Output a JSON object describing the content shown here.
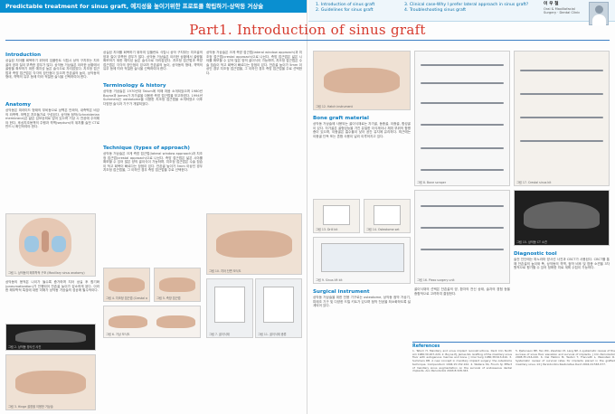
{
  "header": {
    "banner": "Predictable treatment for sinus graft, 예지성을 높이기위한 프로토콜 확립하기-상악동 거상술",
    "toc": [
      "1. Introduction of sinus graft",
      "2. Guidelines for sinus graft",
      "3. Clinical case-Why I prefer lateral approach in sinus graft?",
      "4. Troubleshooting sinus graft"
    ],
    "author_name": "이 우 철",
    "author_info": "Oral & Maxillofacial Surgery · Dental Clinic"
  },
  "part_title": "Part1. Introduction of sinus graft",
  "sections": {
    "introduction": {
      "heading": "Introduction",
      "body": "상실된 치아를 회복하기 위하여 임플란트 식립시 상악 구치부는 치조골의 양과 질이 부족한 경우가 많다. 상악동 거상술은 이러한 상황에서 골량을 확보하기 위한 예지성 높은 술식으로 자리잡았다. 치조정 접근법과 측방 접근법은 각각의 장단점이 있으며 잔존골의 높이, 상악동의 형태, 격벽의 유무 등에 따라 적절한 술식을 선택하여야 한다."
    },
    "anatomy": {
      "heading": "Anatomy",
      "body": "상악동은 피라미드 형태의 부비동으로 상벽은 안와저, 내측벽은 비강의 외측벽, 하벽은 치조돌기로 구성된다. 상악동 점막(Schneiderian membrane)은 얇은 섬모상피로 덮여 있으며 거상 시 천공에 주의해야 한다. 후상치조동맥의 주행과 격벽(septum)의 위치를 술전 CT로 반드시 확인하여야 한다."
    },
    "anatomy_more": "상악동의 용적은 나이가 들수록 증가하며 치아 상실 후 함기화(pneumatization)가 진행되어 잔존골 높이가 감소하게 된다. 이러한 해부학적 특징에 대한 이해가 상악동 거상술의 성공에 필수적이다.",
    "terminology": {
      "heading": "Terminology & history",
      "body": "상악동 거상술은 1970년대 Tatum에 의해 처음 소개되었으며 1980년 Boyne과 James가 자가골을 이용한 측방 접근법을 보고하였다. 1994년 Summers는 osteotome을 이용한 치조정 접근법을 소개하였고 이후 다양한 술식과 기구가 개발되었다."
    },
    "technique": {
      "heading": "Technique (types of approach)",
      "body": "상악동 거상술은 크게 측방 접근법(lateral window approach)과 치조정 접근법(crestal approach)으로 나뉜다. 측방 접근법은 넓은 시야를 확보할 수 있어 많은 양의 골이식이 가능하며, 치조정 접근법은 수술 침습이 적고 회복이 빠르다는 장점이 있다. 잔존골 높이가 5mm 이상인 경우 치조정 접근법을, 그 이하인 경우 측방 접근법을 주로 선택한다."
    },
    "bone_graft": {
      "heading": "Bone graft material",
      "body": "상악동 거상술에 사용되는 골이식재로는 자가골, 동종골, 이종골, 합성골이 있다. 자가골은 골형성능을 가진 유일한 이식재이나 채취 부위의 합병증이 있으며, 이종골은 흡수율이 낮아 공간 유지에 유리하다. 최근에는 이종골 단독 또는 혼합 사용이 널리 이루어지고 있다."
    },
    "bone_graft_more": "골이식재의 선택은 잔존골의 양, 환자의 전신 상태, 술자의 경험 등을 종합적으로 고려하여 결정한다.",
    "surgical": {
      "heading": "Surgical instrument",
      "body": "상악동 거상술을 위한 전용 기구로는 osteotome, 상악동 점막 거상기, 피에조 기구 및 다양한 드릴 키트가 있으며 점막 천공을 최소화하도록 설계되어 있다."
    },
    "diagnostic": {
      "heading": "Diagnostic tool",
      "body": "술전 진단에는 파노라마 방사선 사진과 CBCT가 사용된다. CBCT를 통해 잔존골의 높이와 폭, 상악동의 격벽, 점막 비후 및 염증 소견을 3차원적으로 평가할 수 있어 정확한 치료 계획 수립이 가능하다."
    }
  },
  "figures": {
    "fig1": "그림 1. 상악동의 해부학적 구조 (Maxillary sinus anatomy)",
    "fig2": "그림 2. 상악동 방사선 사진",
    "fig3": "그림 3. Hinge 골창을 이용한 거상술",
    "fig4": "그림 4. 치조정 접근법 (Crestal approach)",
    "fig5": "그림 5. 측방 접근법",
    "fig6": "그림 6. 거상 모식도",
    "fig7": "그림 7. 골이식재",
    "fig8": "그림 8. Bone scraper",
    "fig9": "그림 9. Sinus lift kit",
    "fig10": "그림 10. 치아 단면 모식도",
    "fig11": "그림 11. 골이식재 종류",
    "fig12": "그림 12. Hatch instrument",
    "fig13": "그림 13. Drill kit",
    "fig14": "그림 14. Osteotome set",
    "fig15": "그림 15. 상악동 CT 소견",
    "fig16": "그림 16. Piezo surgery unit",
    "fig17": "그림 17. Crestal sinus kit"
  },
  "references": {
    "heading": "References",
    "col1": "1. Tatum H. Maxillary and sinus implant reconstructions. Dent Clin North Am 1986;30:207-229. 2. Boyne PJ, James RA. Grafting of the maxillary sinus floor with autogenous marrow and bone. J Oral Surg 1980;38:613-616. 3. Summers RB. A new concept in maxillary implant surgery: the osteotome technique. Compendium 1994;15:152-162. 4. Wallace SS, Froum SJ. Effect of maxillary sinus augmentation on the survival of endosseous dental implants. Ann Periodontol 2003;8:328-343.",
    "col2": "5. Pjetursson BE, Tan WC, Zwahlen M, Lang NP. A systematic review of the success of sinus floor elevation and survival of implants. J Clin Periodontol 2008;35:216-240. 6. Del Fabbro M, Testori T, Francetti L, Weinstein R. Systematic review of survival rates for implants placed in the grafted maxillary sinus. Int J Periodontics Restorative Dent 2004;24:565-577."
  }
}
